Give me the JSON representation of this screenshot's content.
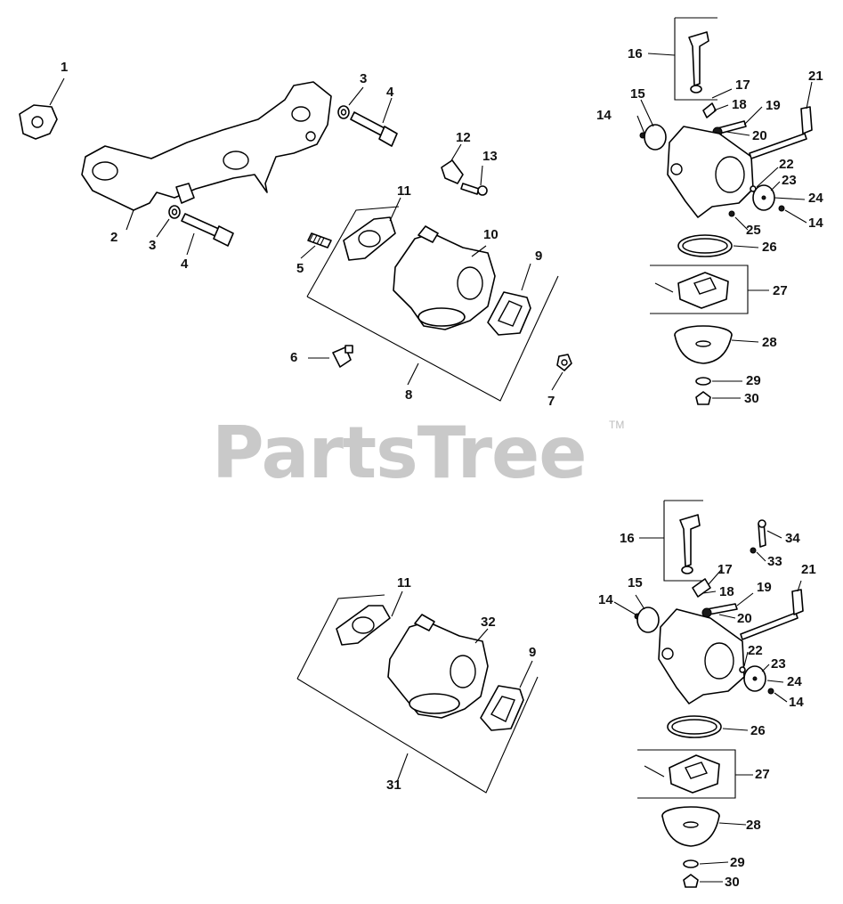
{
  "watermark": {
    "brand": "PartsTree",
    "trademark": "TM"
  },
  "callouts": {
    "upper": [
      "1",
      "2",
      "3",
      "4",
      "3",
      "4",
      "5",
      "6",
      "7",
      "8",
      "9",
      "10",
      "11",
      "12",
      "13",
      "14",
      "15",
      "16",
      "17",
      "18",
      "19",
      "20",
      "21",
      "22",
      "23",
      "24",
      "14",
      "25",
      "26",
      "27",
      "28",
      "29",
      "30"
    ],
    "lower": [
      "11",
      "32",
      "9",
      "31",
      "16",
      "34",
      "33",
      "17",
      "18",
      "19",
      "21",
      "14",
      "15",
      "20",
      "22",
      "23",
      "24",
      "14",
      "26",
      "27",
      "28",
      "29",
      "30"
    ]
  }
}
